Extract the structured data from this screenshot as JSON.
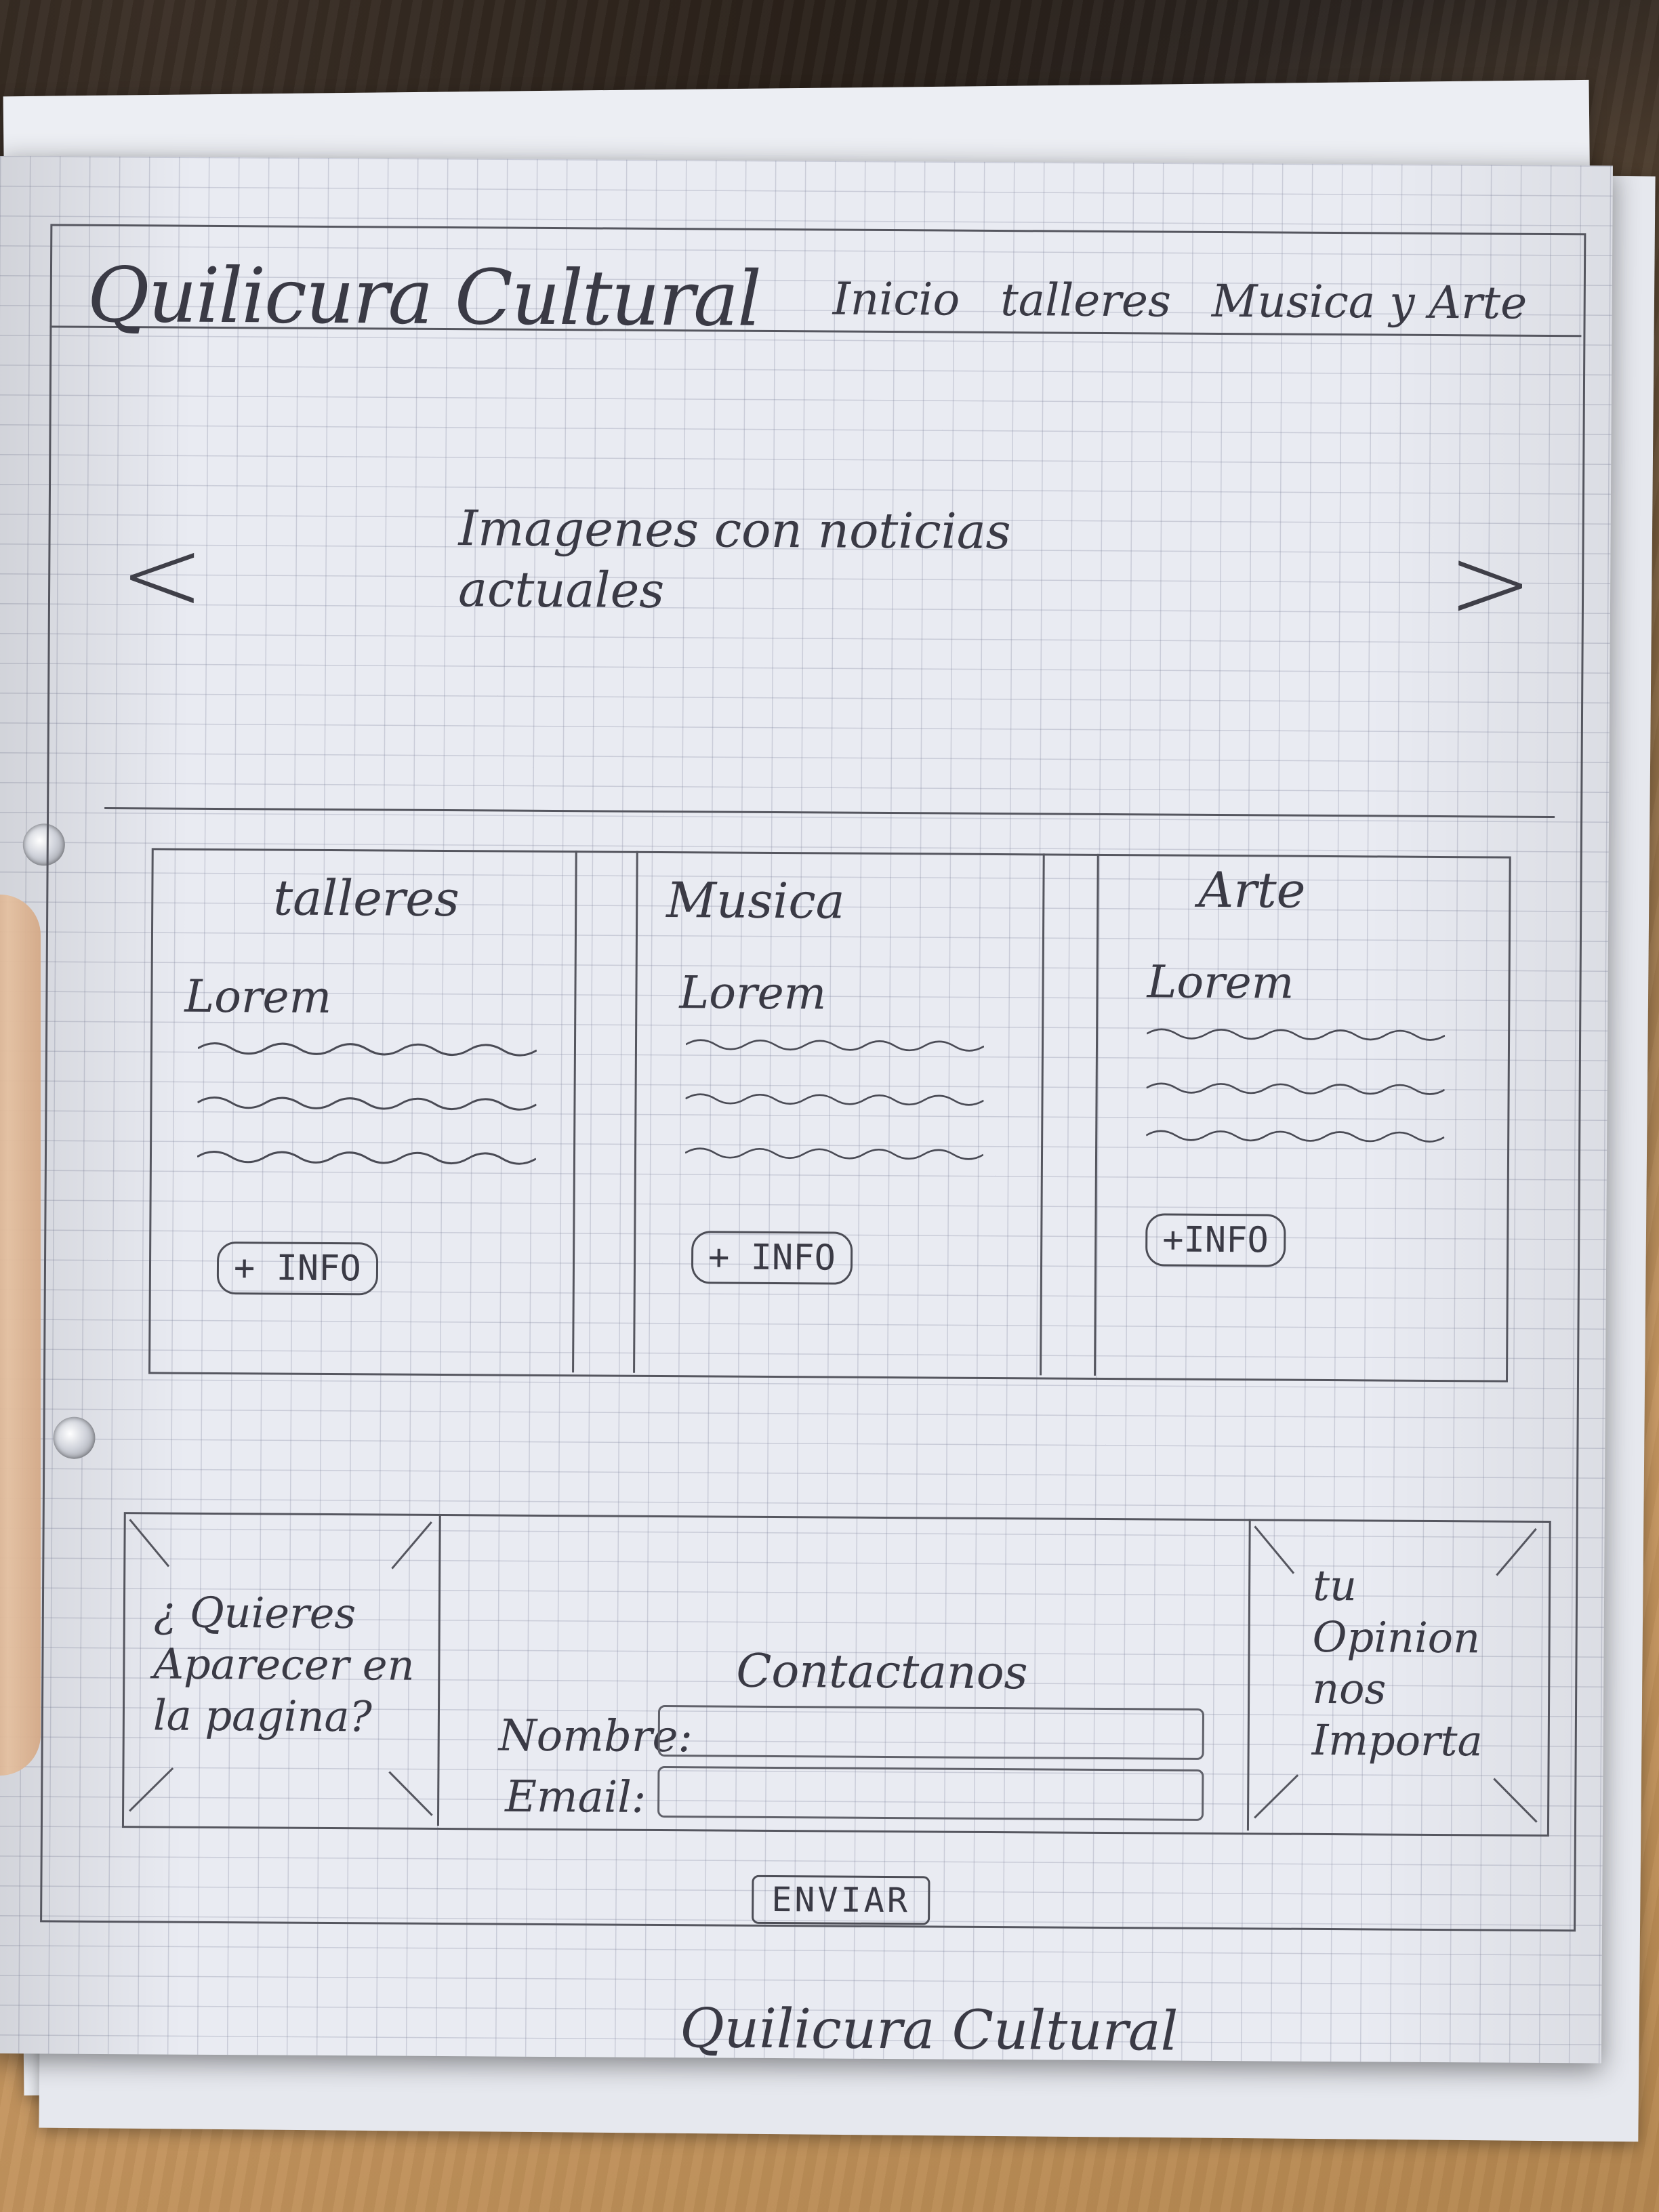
{
  "header": {
    "brand": "Quilicura Cultural",
    "nav": [
      "Inicio",
      "talleres",
      "Musica y Arte"
    ]
  },
  "hero": {
    "text": "Imagenes con noticias actuales",
    "prev_arrow": "<",
    "next_arrow": ">"
  },
  "cards": [
    {
      "title": "talleres",
      "lorem": "Lorem",
      "button": "+ INFO"
    },
    {
      "title": "Musica",
      "lorem": "Lorem",
      "button": "+ INFO"
    },
    {
      "title": "Arte",
      "lorem": "Lorem",
      "button": "+INFO"
    }
  ],
  "promo_left": {
    "text": "¿ Quieres Aparecer en la pagina?"
  },
  "contact": {
    "title": "Contactanos",
    "name_label": "Nombre:",
    "email_label": "Email:",
    "send_button": "ENVIAR"
  },
  "promo_right": {
    "text": "tu Opinion nos Importa"
  },
  "footer": {
    "brand": "Quilicura Cultural"
  },
  "colors": {
    "ink": "#3a3a45",
    "paper": "#e9ebf2",
    "grid": "#787d96"
  }
}
